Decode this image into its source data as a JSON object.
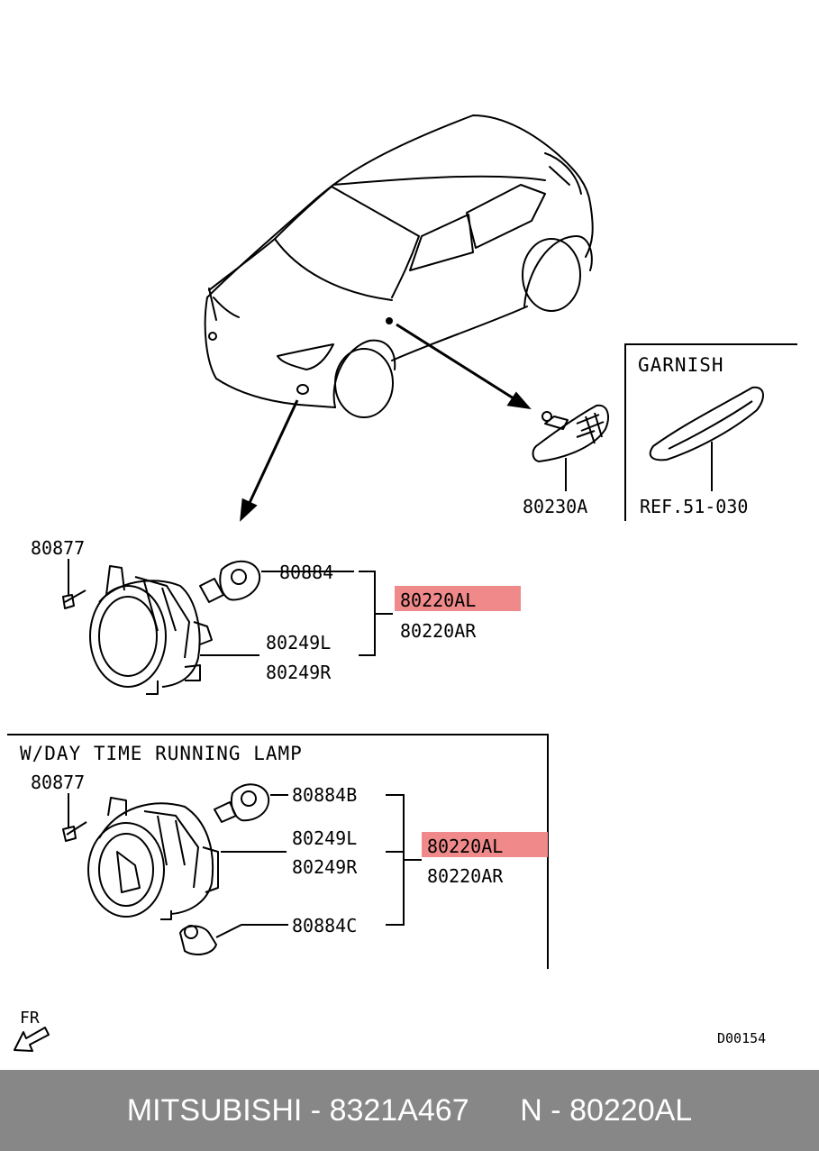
{
  "diagram_code": "D00154",
  "front_marker": "FR",
  "labels": {
    "side_lamp": "80230A",
    "garnish_title": "GARNISH",
    "garnish_ref": "REF.51-030",
    "top": {
      "screw": "80877",
      "bulb": "80884",
      "lamp_l": "80220AL",
      "lamp_r": "80220AR",
      "bracket_l": "80249L",
      "bracket_r": "80249R"
    },
    "drl": {
      "title": "W/DAY TIME RUNNING LAMP",
      "screw": "80877",
      "bulb_b": "80884B",
      "bracket_l": "80249L",
      "bracket_r": "80249R",
      "lamp_l": "80220AL",
      "lamp_r": "80220AR",
      "bulb_c": "80884C"
    }
  },
  "highlight_color": "#f08a8a",
  "footer": {
    "brand": "MITSUBISHI - 8321A467",
    "part": "N - 80220AL"
  }
}
